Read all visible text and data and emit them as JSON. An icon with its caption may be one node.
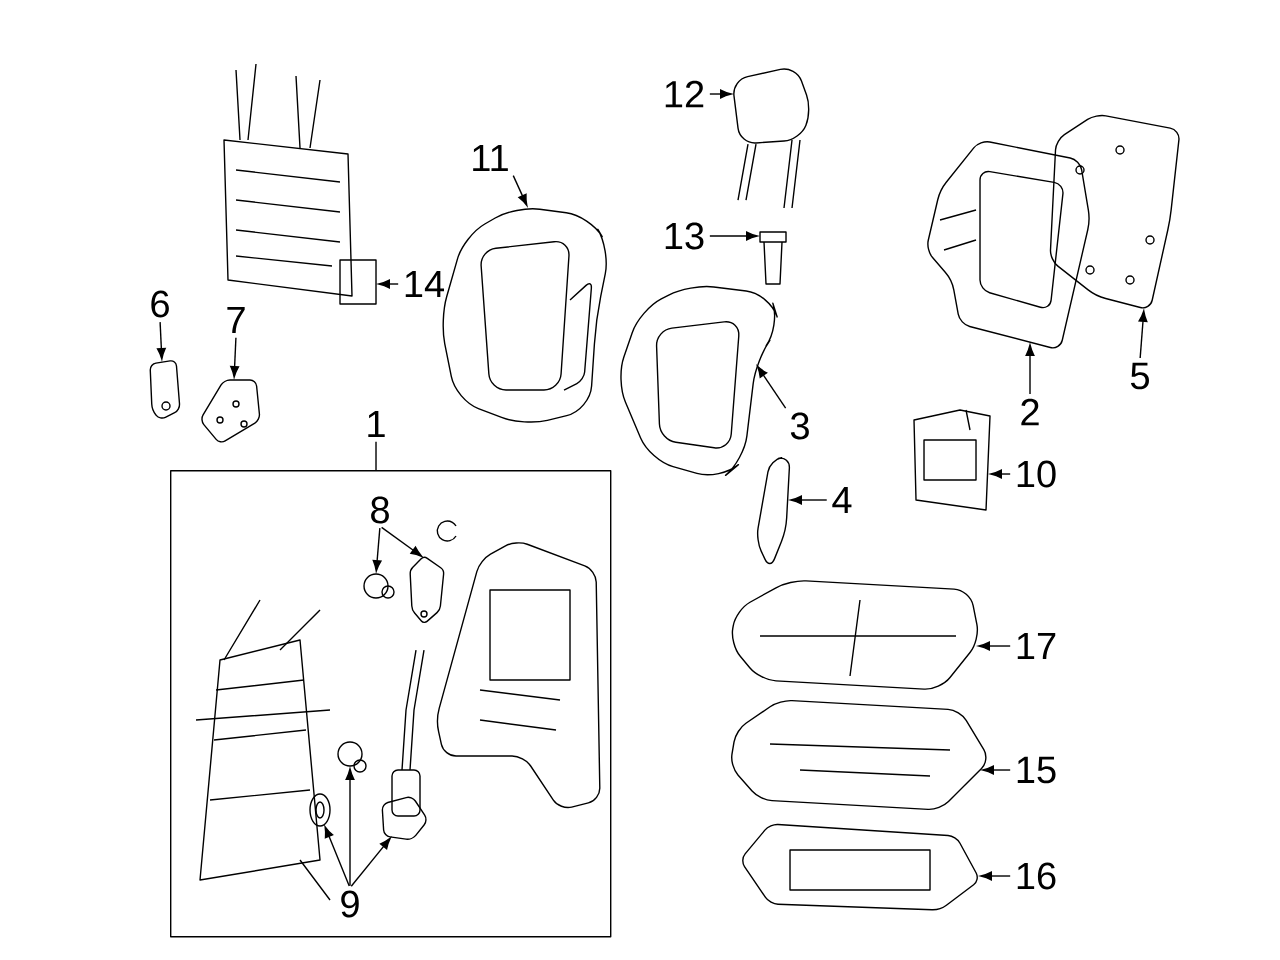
{
  "diagram": {
    "nodes": [
      {
        "text": [
          "12"
        ]
      },
      {
        "text": [],
        "shape": "picture"
      },
      {
        "text": [
          "11"
        ]
      },
      {
        "text": [],
        "shape": "picture"
      },
      {
        "text": [
          "13"
        ]
      },
      {
        "text": [],
        "shape": "picture"
      },
      {
        "text": [],
        "shape": "picture"
      },
      {
        "text": [],
        "shape": "picture"
      },
      {
        "text": [],
        "shape": "picture"
      },
      {
        "text": [
          "14"
        ]
      },
      {
        "text": [
          "6"
        ]
      },
      {
        "text": [],
        "shape": "picture"
      },
      {
        "text": [
          "7"
        ]
      },
      {
        "text": [],
        "shape": "picture"
      },
      {
        "text": [],
        "shape": "picture"
      },
      {
        "text": [
          "3"
        ]
      },
      {
        "text": [
          "2"
        ]
      },
      {
        "text": [
          "5"
        ]
      },
      {
        "text": [
          "1"
        ]
      },
      {
        "text": [],
        "shape": "box"
      },
      {
        "text": [
          "8"
        ],
        "in": 19
      },
      {
        "text": [],
        "shape": "circle",
        "in": 19
      },
      {
        "text": [],
        "shape": "picture",
        "in": 19
      },
      {
        "text": [],
        "shape": "picture",
        "in": 19
      },
      {
        "text": [],
        "shape": "circle",
        "in": 19
      },
      {
        "text": [],
        "shape": "picture",
        "in": 19
      },
      {
        "text": [
          "9"
        ],
        "in": 19
      },
      {
        "text": [],
        "shape": "picture"
      },
      {
        "text": [
          "4"
        ]
      },
      {
        "text": [],
        "shape": "picture"
      },
      {
        "text": [
          "10"
        ]
      },
      {
        "text": [],
        "shape": "picture"
      },
      {
        "text": [
          "17"
        ]
      },
      {
        "text": [],
        "shape": "picture"
      },
      {
        "text": [
          "15"
        ]
      },
      {
        "text": [],
        "shape": "picture"
      },
      {
        "text": [
          "16"
        ]
      }
    ],
    "edges": [
      {
        "from": 0,
        "to": 1,
        "arrow": "to"
      },
      {
        "from": 2,
        "to": 3,
        "arrow": "to"
      },
      {
        "from": 4,
        "to": 5,
        "arrow": "to"
      },
      {
        "from": 16,
        "to": 6,
        "arrow": "to"
      },
      {
        "from": 17,
        "to": 7,
        "arrow": "to"
      },
      {
        "from": 9,
        "to": 8,
        "arrow": "to"
      },
      {
        "from": 10,
        "to": 11,
        "arrow": "to"
      },
      {
        "from": 12,
        "to": 13,
        "arrow": "to"
      },
      {
        "from": 15,
        "to": 14,
        "arrow": "to"
      },
      {
        "from": 18,
        "to": 19,
        "arrow": "none"
      },
      {
        "from": 20,
        "to": 21,
        "arrow": "to"
      },
      {
        "from": 20,
        "to": 22,
        "arrow": "to"
      },
      {
        "from": 26,
        "to": 23,
        "arrow": "to"
      },
      {
        "from": 26,
        "to": 24,
        "arrow": "to"
      },
      {
        "from": 26,
        "to": 25,
        "arrow": "to"
      },
      {
        "from": 28,
        "to": 27,
        "arrow": "to"
      },
      {
        "from": 30,
        "to": 29,
        "arrow": "to"
      },
      {
        "from": 32,
        "to": 31,
        "arrow": "to"
      },
      {
        "from": 34,
        "to": 33,
        "arrow": "to"
      },
      {
        "from": 36,
        "to": 35,
        "arrow": "to"
      }
    ]
  }
}
